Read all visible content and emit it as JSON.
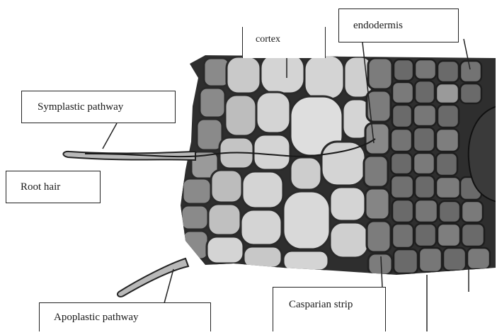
{
  "diagram": {
    "labels": {
      "cortex": "cortex",
      "endodermis": "endodermis",
      "symplastic": "Symplastic pathway",
      "root_hair": "Root hair",
      "apoplastic": "Apoplastic pathway",
      "casparian": "Casparian strip"
    },
    "colors": {
      "cell_dark": "#4a4a4a",
      "cell_mid": "#8c8c8c",
      "cell_light": "#d6d6d6",
      "wall": "#2a2a2a",
      "stele": "#3a3a3a"
    }
  }
}
